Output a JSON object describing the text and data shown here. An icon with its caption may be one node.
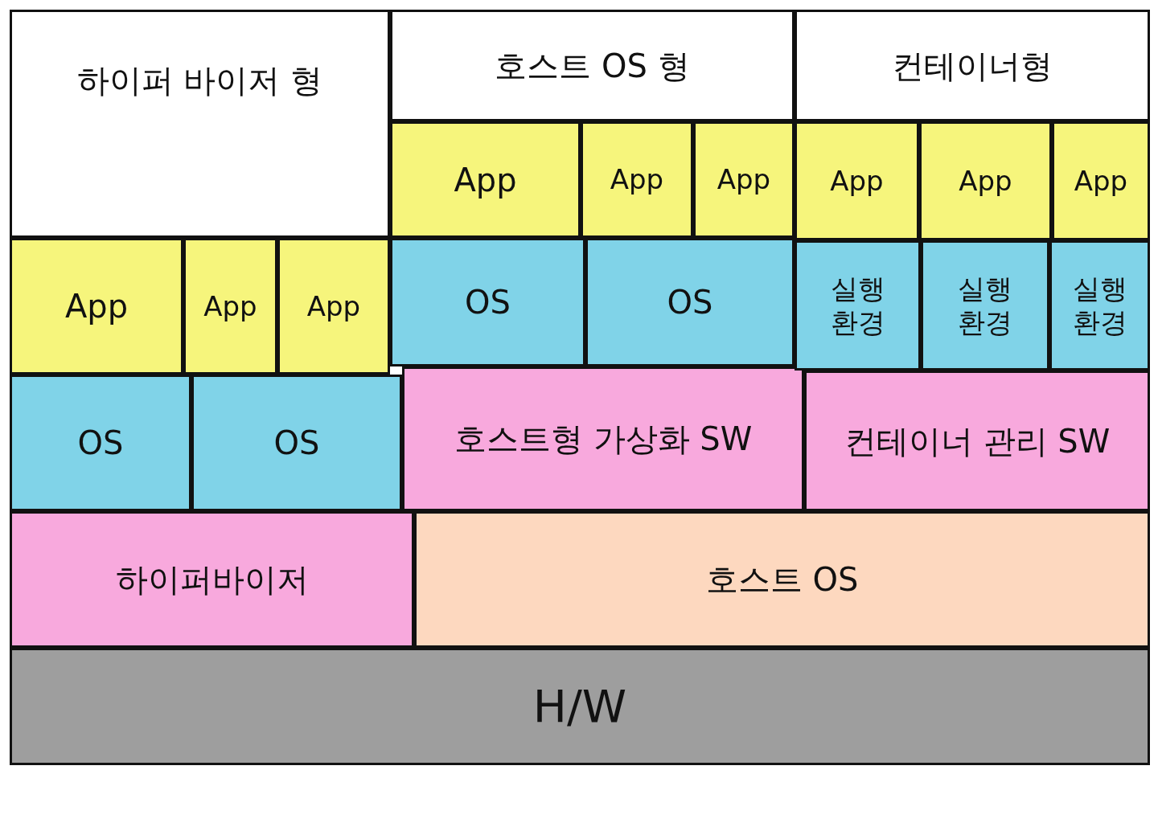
{
  "diagram": {
    "nodes": [
      {
        "text": [
          "하이퍼 바이저 형"
        ]
      },
      {
        "text": [
          "호스트 OS 형"
        ]
      },
      {
        "text": [
          "컨테이너형"
        ]
      },
      {
        "text": [
          "App"
        ]
      },
      {
        "text": [
          "App"
        ]
      },
      {
        "text": [
          "App"
        ]
      },
      {
        "text": [
          "OS"
        ]
      },
      {
        "text": [
          "OS"
        ]
      },
      {
        "text": [
          "하이퍼바이저"
        ]
      },
      {
        "text": [
          "App"
        ]
      },
      {
        "text": [
          "App"
        ]
      },
      {
        "text": [
          "App"
        ]
      },
      {
        "text": [
          "OS"
        ]
      },
      {
        "text": [
          "OS"
        ]
      },
      {
        "text": [
          "호스트형 가상화 SW"
        ]
      },
      {
        "text": [
          "App"
        ]
      },
      {
        "text": [
          "App"
        ]
      },
      {
        "text": [
          "App"
        ]
      },
      {
        "text": [
          "실행 환경"
        ]
      },
      {
        "text": [
          "실행 환경"
        ]
      },
      {
        "text": [
          "실행 환경"
        ]
      },
      {
        "text": [
          "컨테이너 관리 SW"
        ]
      },
      {
        "text": [
          "호스트 OS"
        ]
      },
      {
        "text": [
          "H/W"
        ]
      }
    ]
  }
}
